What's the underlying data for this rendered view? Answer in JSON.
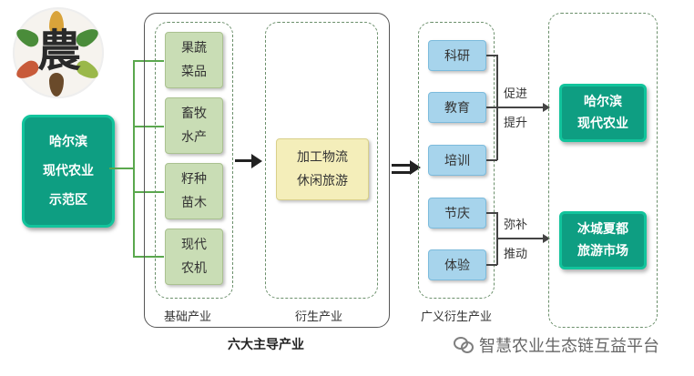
{
  "logo": {
    "char": "農",
    "colors": [
      "#d9a33a",
      "#4a8c3a",
      "#c85b3a",
      "#6a4a2a",
      "#9ab84a"
    ]
  },
  "demo_area": {
    "line1": "哈尔滨",
    "line2": "现代农业",
    "line3": "示范区"
  },
  "basic_industries": {
    "caption": "基础产业",
    "items": [
      {
        "line1": "果蔬",
        "line2": "菜品"
      },
      {
        "line1": "畜牧",
        "line2": "水产"
      },
      {
        "line1": "籽种",
        "line2": "苗木"
      },
      {
        "line1": "现代",
        "line2": "农机"
      }
    ]
  },
  "derived_industries": {
    "caption": "衍生产业",
    "line1": "加工物流",
    "line2": "休闲旅游"
  },
  "six_main_caption": "六大主导产业",
  "broad_derived": {
    "caption": "广义衍生产业",
    "items": [
      "科研",
      "教育",
      "培训",
      "节庆",
      "体验"
    ]
  },
  "promote_label": {
    "line1": "促进",
    "line2": "提升"
  },
  "supplement_label": {
    "line1": "弥补",
    "line2": "推动"
  },
  "results": [
    {
      "line1": "哈尔滨",
      "line2": "现代农业"
    },
    {
      "line1": "冰城夏都",
      "line2": "旅游市场"
    }
  ],
  "watermark": "智慧农业生态链互益平台",
  "colors": {
    "teal": "#0e9e82",
    "tile_green": "#c9ddb5",
    "tile_yellow": "#f4eeba",
    "tile_blue": "#a7d4ec"
  }
}
